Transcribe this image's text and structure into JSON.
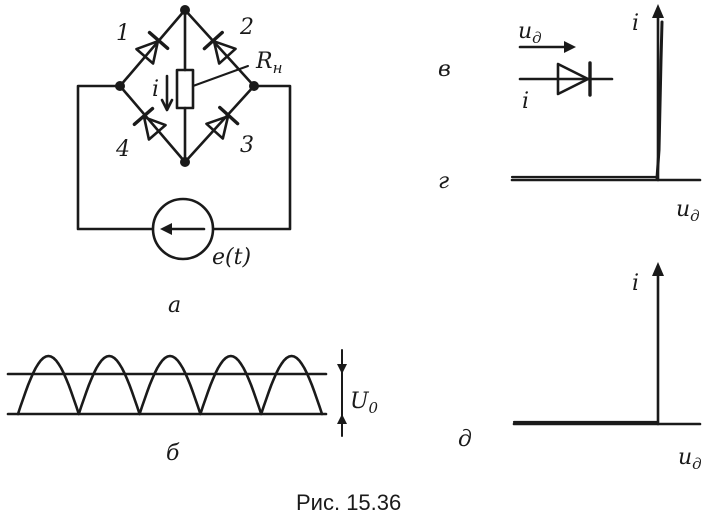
{
  "figure": {
    "caption": "Рис. 15.36",
    "panels": {
      "a": "а",
      "b": "б",
      "v": "в",
      "g": "г",
      "d": "д"
    }
  },
  "circuit": {
    "diode_labels": [
      "1",
      "2",
      "3",
      "4"
    ],
    "current_label": "i",
    "load_label": "R",
    "load_subscript": "н",
    "source_label": "e(t)"
  },
  "waveform": {
    "level_label": "U",
    "level_subscript": "0",
    "pulses": 5
  },
  "diode_symbol": {
    "voltage_label": "u",
    "voltage_subscript": "д",
    "current_label": "i"
  },
  "characteristic_g": {
    "y_label": "i",
    "x_label": "u",
    "x_subscript": "д"
  },
  "characteristic_d": {
    "y_label": "i",
    "x_label": "u",
    "x_subscript": "д"
  }
}
